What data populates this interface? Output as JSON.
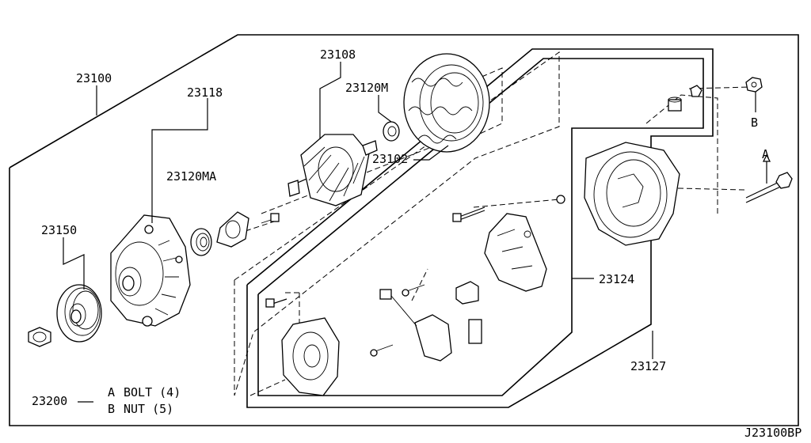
{
  "labels": {
    "assembly": "23100",
    "rotor": "23108",
    "bearing_rear": "23120M",
    "front_cover_kit": "23118",
    "bearing_front": "23120MA",
    "stator": "23102",
    "pulley": "23150",
    "regulator_kit": "23124",
    "rear_cover": "23127",
    "hardware_kit": "23200"
  },
  "legend": {
    "a_letter": "A",
    "a_text": "BOLT (4)",
    "b_letter": "B",
    "b_text": "NUT (5)"
  },
  "callouts": {
    "a": "A",
    "b": "B"
  },
  "diagram_id": "J23100BP"
}
